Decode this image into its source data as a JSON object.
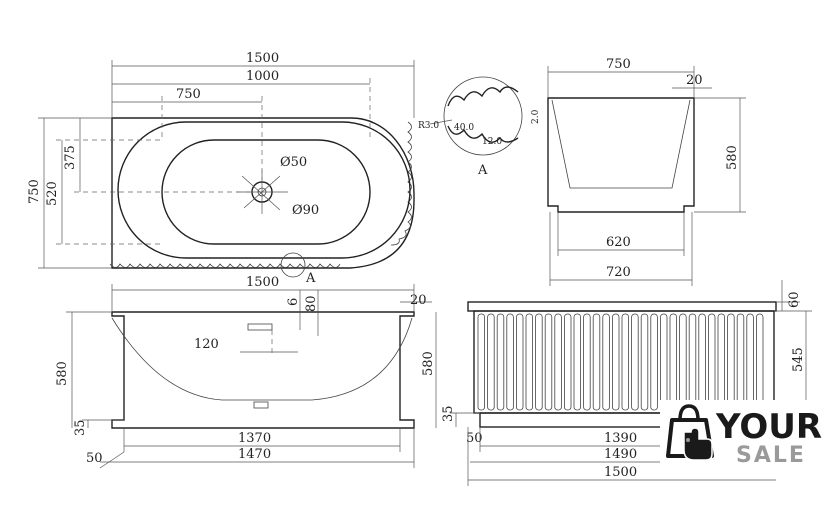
{
  "top_view": {
    "overall_length": "1500",
    "drain_offset_long": "1000",
    "drain_offset_short": "750",
    "overall_width": "750",
    "inner_width": "520",
    "drain_to_wall": "375",
    "drain_diameter": "Ø50",
    "overflow_diameter": "Ø90",
    "detail_marker": "A"
  },
  "detail_a": {
    "radius": "R3.0",
    "flute_width": "40.0",
    "flute_depth": "12.0",
    "edge": "2.0",
    "label": "A"
  },
  "end_view": {
    "top_width": "750",
    "rim": "20",
    "height": "580",
    "base_inner": "620",
    "base_outer": "720"
  },
  "front_view": {
    "length": "1500",
    "rim_thickness": "20",
    "overflow_top": "80",
    "overflow_gap": "6",
    "overflow_width": "120",
    "height_inner": "580",
    "height_outer": "580",
    "foot": "35",
    "base_length": "1370",
    "outer_base": "1470",
    "end_gap": "50"
  },
  "panel_view": {
    "top_lip": "60",
    "panel_height": "545",
    "foot": "35",
    "end_gap": "50",
    "panel_length": "1390",
    "base_length": "1490",
    "overall_length": "1500"
  },
  "watermark": {
    "word_main": "YOUR",
    "word_sub": "SALE",
    "icon": "shopping-bag-hand-icon",
    "color_dark": "#1a1a1a",
    "color_grey": "#9a9a9a"
  }
}
